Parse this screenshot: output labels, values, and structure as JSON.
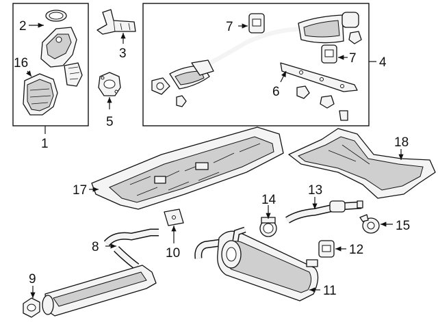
{
  "callouts": {
    "c1": "1",
    "c2": "2",
    "c3": "3",
    "c4": "4",
    "c5": "5",
    "c6": "6",
    "c7a": "7",
    "c7b": "7",
    "c8": "8",
    "c9": "9",
    "c10": "10",
    "c11": "11",
    "c12": "12",
    "c13": "13",
    "c14": "14",
    "c15": "15",
    "c16": "16",
    "c17": "17",
    "c18": "18"
  }
}
